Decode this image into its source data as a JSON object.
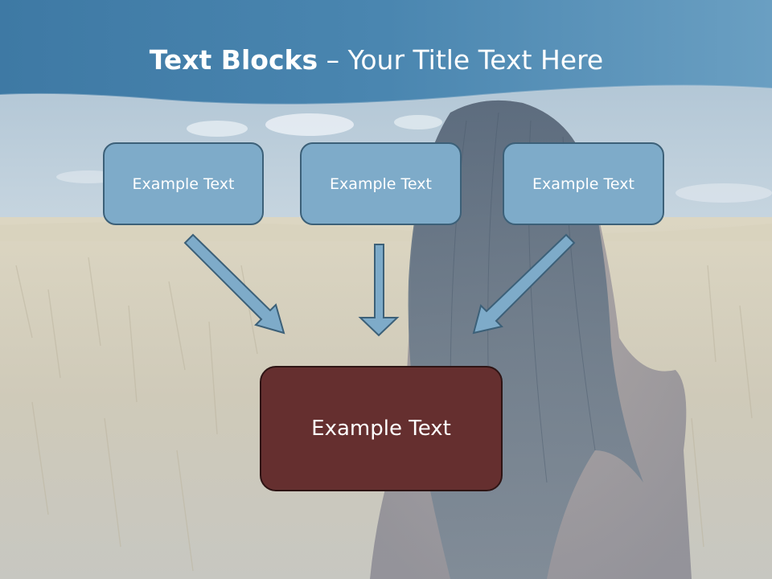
{
  "slide": {
    "title_bold": "Text Blocks",
    "title_dash": " – ",
    "title_rest": "Your Title Text Here",
    "blocks": [
      {
        "label": "Example Text"
      },
      {
        "label": "Example Text"
      },
      {
        "label": "Example Text"
      }
    ],
    "main_block": {
      "label": "Example Text"
    }
  },
  "colors": {
    "header_band": "#4a84ad",
    "block_fill": "#7eabc9",
    "block_border": "#3c6078",
    "main_fill": "#652f2f",
    "arrow_fill": "#7eabc9",
    "arrow_stroke": "#3c6078"
  }
}
